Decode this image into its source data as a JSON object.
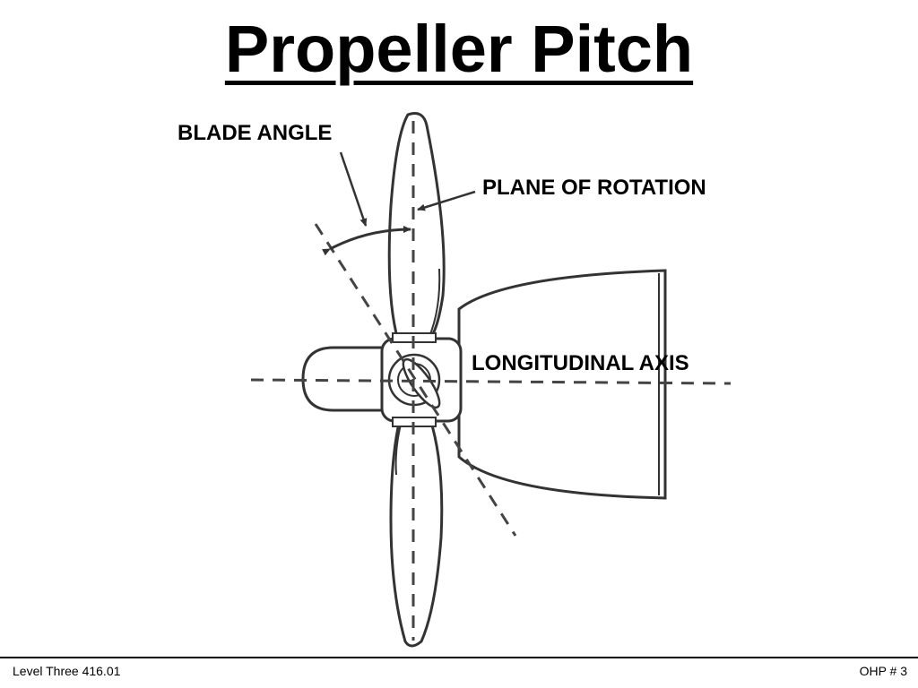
{
  "title": "Propeller Pitch",
  "labels": {
    "blade_angle": "BLADE ANGLE",
    "plane_of_rotation": "PLANE OF ROTATION",
    "longitudinal_axis": "LONGITUDINAL AXIS"
  },
  "footer": {
    "left": "Level Three 416.01",
    "right": "OHP # 3"
  }
}
